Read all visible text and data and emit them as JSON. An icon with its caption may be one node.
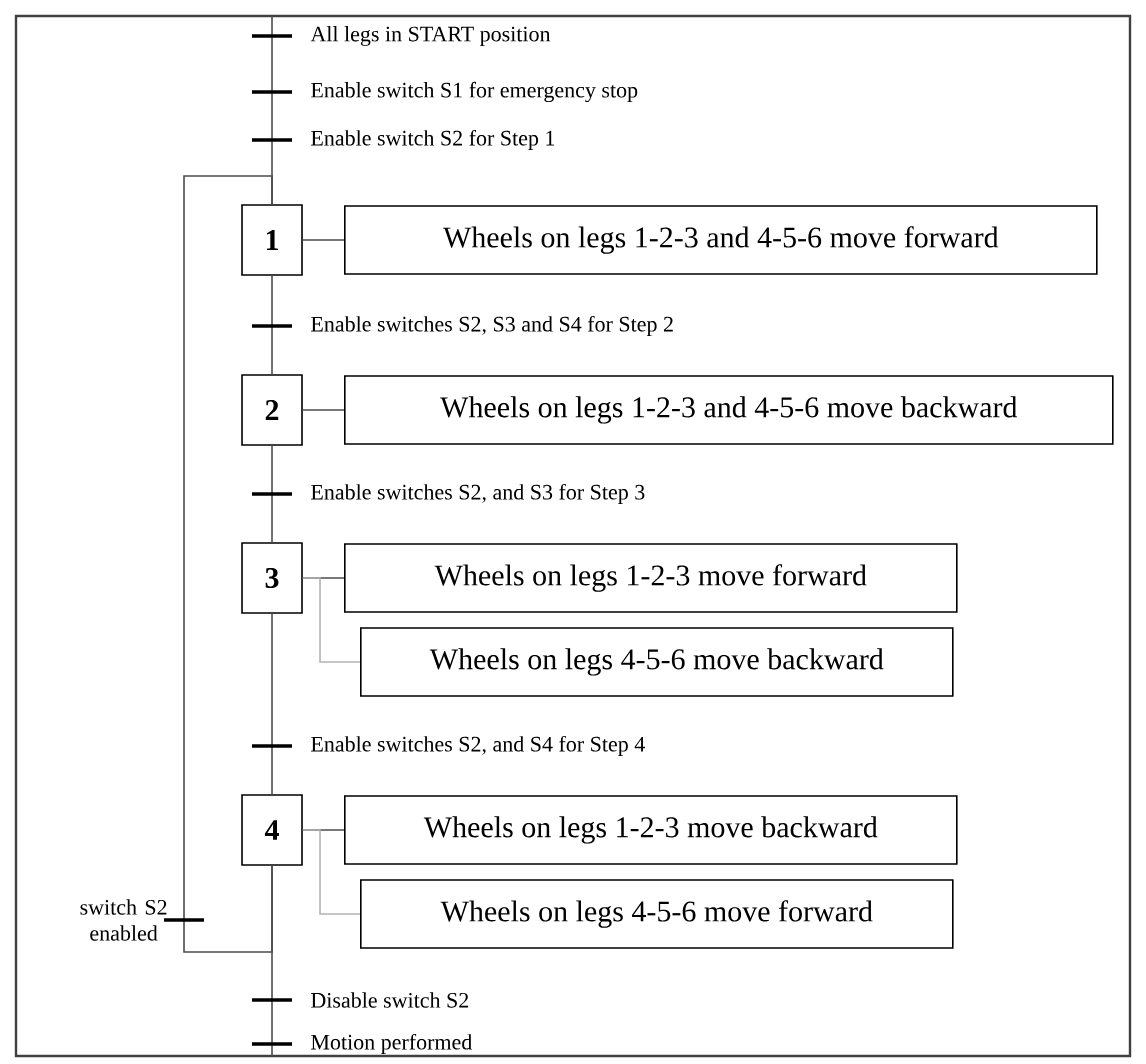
{
  "diagram": {
    "nodes": [
      {
        "text": [
          "1"
        ]
      },
      {
        "text": [
          "Wheels on legs 1-2-3 and 4-5-6 move forward"
        ]
      },
      {
        "text": [
          "2"
        ]
      },
      {
        "text": [
          "Wheels on legs 1-2-3 and 4-5-6 move backward"
        ]
      },
      {
        "text": [
          "3"
        ]
      },
      {
        "text": [
          "Wheels on legs 1-2-3 move forward"
        ]
      },
      {
        "text": [
          "Wheels on legs 4-5-6 move backward"
        ]
      },
      {
        "text": [
          "4"
        ]
      },
      {
        "text": [
          "Wheels on legs 1-2-3 move backward"
        ]
      },
      {
        "text": [
          "Wheels on legs 4-5-6 move forward"
        ]
      }
    ],
    "edges": [
      {
        "from": null,
        "to": 0,
        "arrow": "none"
      },
      {
        "from": 0,
        "to": 1,
        "arrow": "none"
      },
      {
        "from": 0,
        "to": 2,
        "arrow": "none",
        "label": "Enable switches S2, S3 and S4 for Step 2"
      },
      {
        "from": 2,
        "to": 3,
        "arrow": "none"
      },
      {
        "from": 2,
        "to": 4,
        "arrow": "none",
        "label": "Enable switches S2, and S3 for Step 3"
      },
      {
        "from": 4,
        "to": 5,
        "arrow": "none"
      },
      {
        "from": 4,
        "to": 6,
        "arrow": "none",
        "color": "#b4b4b4"
      },
      {
        "from": 4,
        "to": 7,
        "arrow": "none",
        "label": "Enable switches S2, and S4 for Step 4"
      },
      {
        "from": 7,
        "to": 8,
        "arrow": "none"
      },
      {
        "from": 7,
        "to": 9,
        "arrow": "none",
        "color": "#b4b4b4"
      },
      {
        "from": 7,
        "to": null,
        "arrow": "none"
      },
      {
        "from": 7,
        "to": 0,
        "arrow": "none",
        "label": "switch S2 enabled"
      }
    ],
    "labels": [
      "All legs in START position",
      "Enable switch S1 for emergency stop",
      "Enable switch S2 for Step 1",
      "Disable switch S2",
      "Motion performed"
    ]
  }
}
